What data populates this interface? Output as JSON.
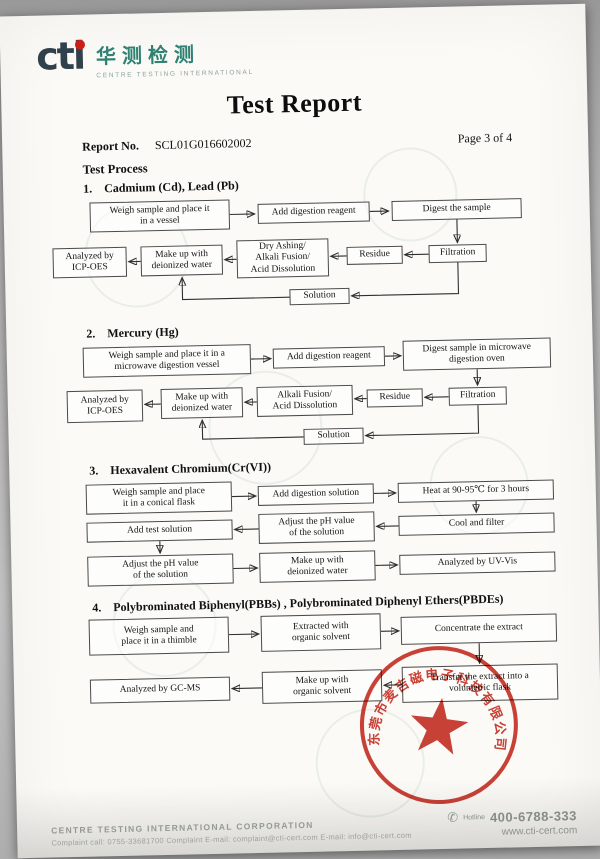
{
  "header": {
    "logo_latin": "cti",
    "logo_cn": "华测检测",
    "logo_sub": "CENTRE TESTING INTERNATIONAL",
    "title": "Test Report"
  },
  "meta": {
    "report_no_label": "Report No.",
    "report_no": "SCL01G016602002",
    "page": "Page 3 of 4"
  },
  "process": {
    "heading": "Test Process",
    "sections": [
      {
        "num": "1.",
        "name": "Cadmium (Cd), Lead (Pb)",
        "boxes": {
          "a": "Weigh sample and place it\nin a vessel",
          "b": "Add digestion reagent",
          "c": "Digest the sample",
          "d": "Filtration",
          "e": "Residue",
          "f": "Dry Ashing/\nAlkali Fusion/\nAcid Dissolution",
          "g": "Make up with\ndeionized water",
          "h": "Analyzed by\nICP-OES",
          "i": "Solution"
        }
      },
      {
        "num": "2.",
        "name": "Mercury (Hg)",
        "boxes": {
          "a": "Weigh sample and place it in a\nmicrowave digestion vessel",
          "b": "Add digestion reagent",
          "c": "Digest sample in microwave\ndigestion oven",
          "d": "Filtration",
          "e": "Residue",
          "f": "Alkali Fusion/\nAcid Dissolution",
          "g": "Make up with\ndeionized water",
          "h": "Analyzed by\nICP-OES",
          "i": "Solution"
        }
      },
      {
        "num": "3.",
        "name": "Hexavalent Chromium(Cr(VI))",
        "boxes": {
          "a": "Weigh sample and place\nit in a conical flask",
          "b": "Add digestion solution",
          "c": "Heat at 90-95℃ for 3 hours",
          "d": "Cool and filter",
          "e": "Adjust the pH value\nof the solution",
          "f": "Add test solution",
          "g": "Adjust the pH value\nof the solution",
          "h": "Make up with\ndeionized water",
          "i": "Analyzed by UV-Vis"
        }
      },
      {
        "num": "4.",
        "name": "Polybrominated Biphenyl(PBBs) , Polybrominated Diphenyl Ethers(PBDEs)",
        "boxes": {
          "a": "Weigh sample and\nplace it in a thimble",
          "b": "Extracted with\norganic solvent",
          "c": "Concentrate the extract",
          "d": "Transfer the extract into a\nvolumetric flask",
          "e": "Make up with\norganic solvent",
          "f": "Analyzed by GC-MS"
        }
      }
    ]
  },
  "stamp": {
    "company": "东莞市麦吉磁电子科技有限公司",
    "color": "#c4271c"
  },
  "footer": {
    "company": "CENTRE TESTING INTERNATIONAL CORPORATION",
    "contacts": "Complaint call: 0755-33681700    Complaint E-mail: complaint@cti-cert.com    E-mail: info@cti-cert.com",
    "hotline_label": "Hotline",
    "hotline": "400-6788-333",
    "website": "www.cti-cert.com"
  }
}
